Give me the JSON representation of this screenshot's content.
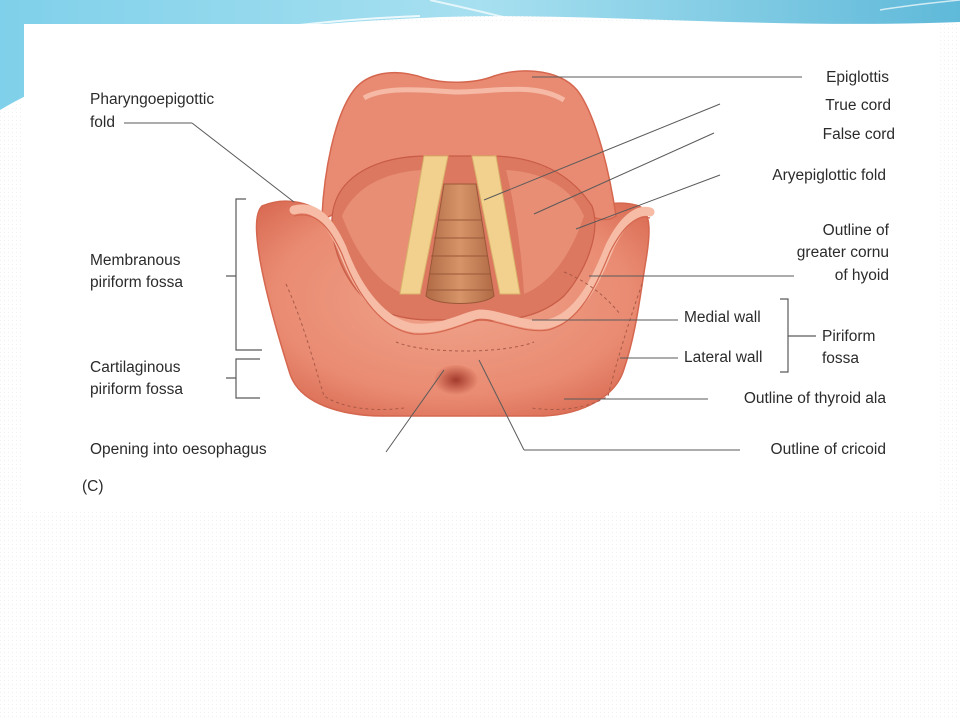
{
  "figure": {
    "panel_letter": "(C)",
    "labels": {
      "epiglottis": "Epiglottis",
      "true_cord": "True cord",
      "false_cord": "False cord",
      "aryepiglottic_fold": "Aryepiglottic fold",
      "greater_cornu_line1": "Outline of",
      "greater_cornu_line2": "greater cornu",
      "greater_cornu_line3": "of hyoid",
      "medial_wall": "Medial wall",
      "lateral_wall": "Lateral wall",
      "piriform_fossa_line1": "Piriform",
      "piriform_fossa_line2": "fossa",
      "thyroid_ala": "Outline of thyroid ala",
      "cricoid": "Outline of cricoid",
      "pharyngoepiglottic_line1": "Pharyngoepigottic",
      "pharyngoepiglottic_line2": "fold",
      "membranous_line1": "Membranous",
      "membranous_line2": "piriform fossa",
      "cartilaginous_line1": "Cartilaginous",
      "cartilaginous_line2": "piriform fossa",
      "oesophagus": "Opening into oesophagus"
    }
  },
  "colors": {
    "tissue": "#e98b72",
    "tissue_dark": "#d9654e",
    "tissue_light": "#f5b8a2",
    "cord": "#f2d08e",
    "trachea": "#c07a52",
    "slide_accent": "#4fb7d8"
  }
}
